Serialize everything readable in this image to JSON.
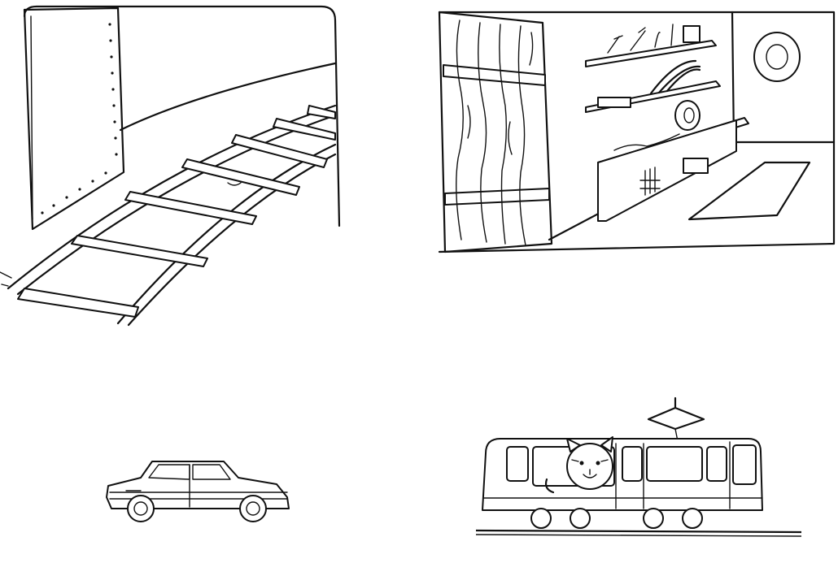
{
  "scene": {
    "panels": [
      {
        "id": "tunnel-railway",
        "icon": "railway-tunnel-icon"
      },
      {
        "id": "garage-workshop",
        "icon": "garage-icon"
      },
      {
        "id": "car",
        "icon": "car-icon"
      },
      {
        "id": "tram",
        "icon": "tram-icon"
      }
    ],
    "ink_color": "#111111",
    "background_color": "#ffffff"
  }
}
